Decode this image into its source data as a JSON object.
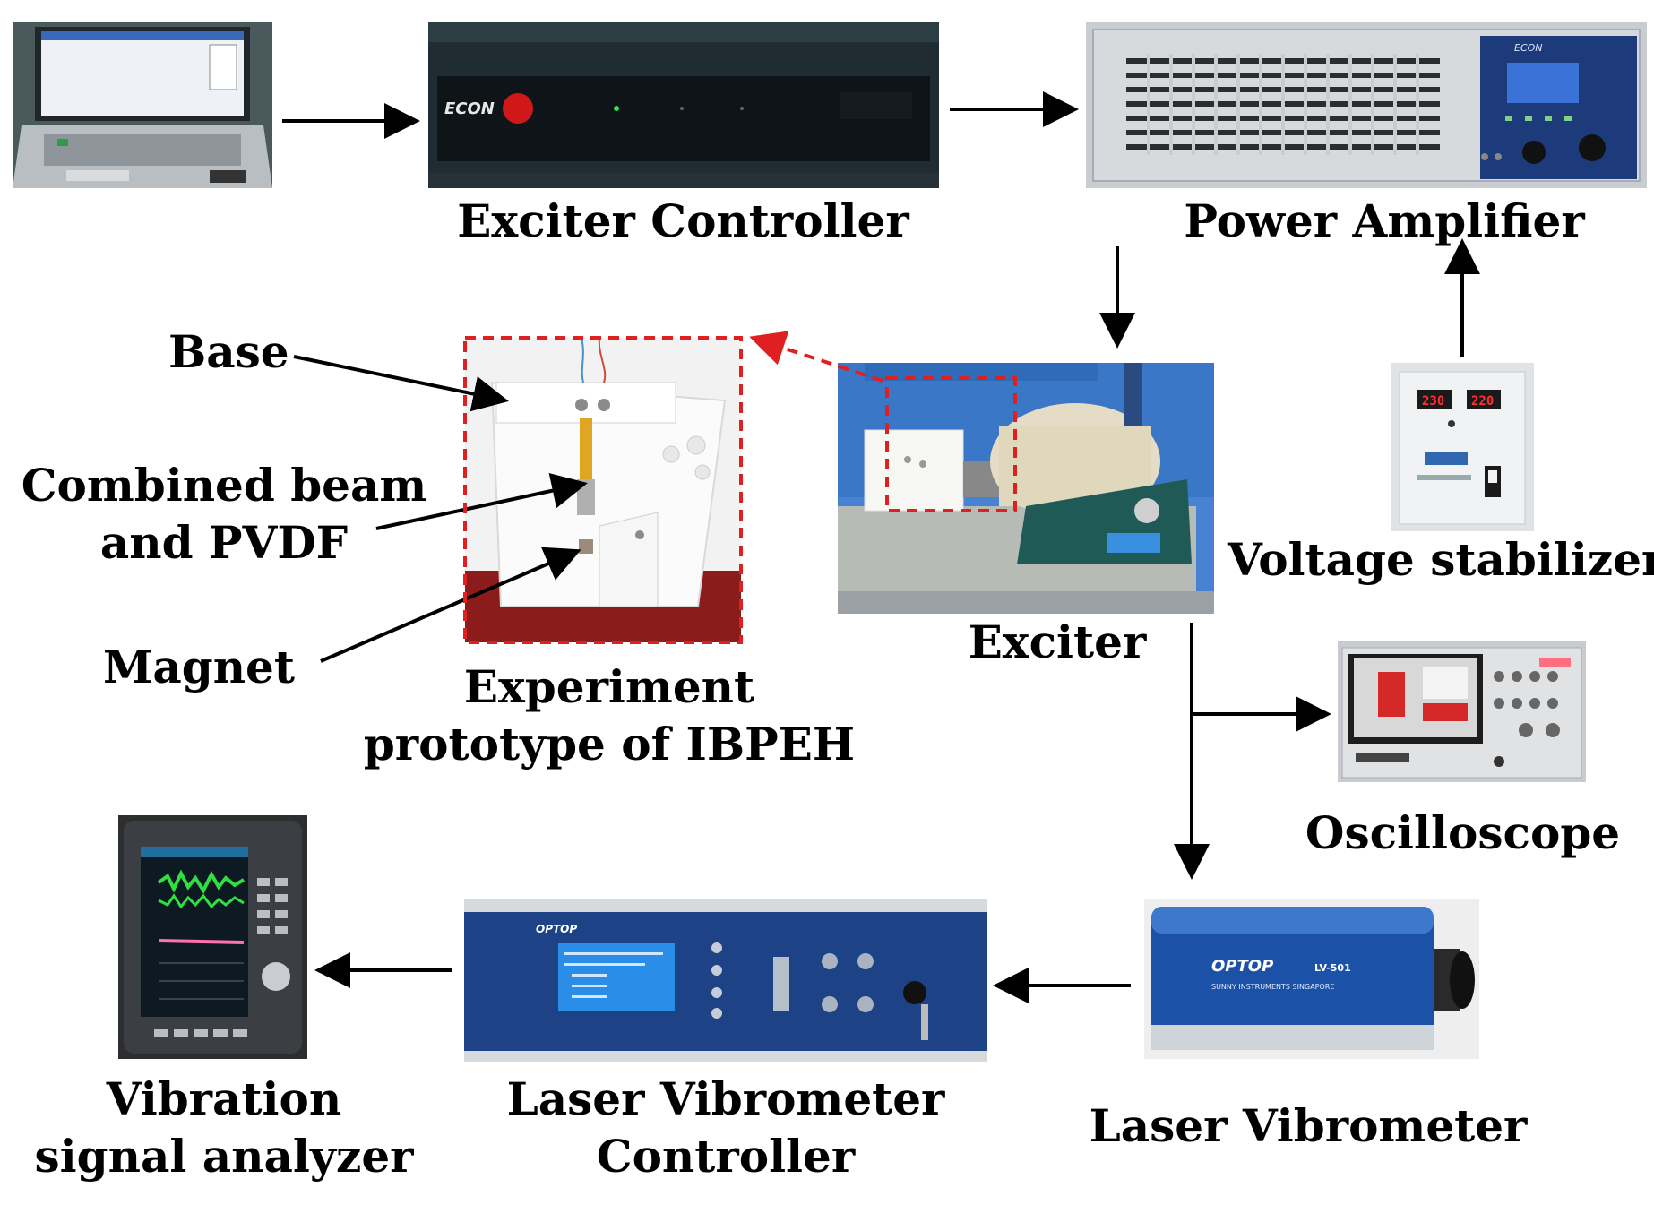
{
  "labels": {
    "exciter_controller": "Exciter Controller",
    "power_amplifier": "Power Amplifier",
    "base": "Base",
    "combined_beam_line1": "Combined beam",
    "combined_beam_line2": "and PVDF",
    "magnet": "Magnet",
    "prototype_line1": "Experiment",
    "prototype_line2": "prototype of IBPEH",
    "exciter": "Exciter",
    "voltage_stabilizer": "Voltage stabilizer",
    "oscilloscope": "Oscilloscope",
    "vibration_line1": "Vibration",
    "vibration_line2": "signal analyzer",
    "lv_controller_line1": "Laser Vibrometer",
    "lv_controller_line2": "Controller",
    "laser_vibrometer": "Laser Vibrometer"
  },
  "device_text": {
    "controller_brand": "ECON",
    "amplifier_brand": "ECON",
    "vibrometer_brand": "OPTOP",
    "vibrometer_model": "LV-501",
    "vibrometer_maker": "SUNNY INSTRUMENTS SINGAPORE",
    "stabilizer_display_left": "230",
    "stabilizer_display_right": "220"
  },
  "colors": {
    "connector_arrow": "#000000",
    "zoom_box": "#e02020"
  }
}
